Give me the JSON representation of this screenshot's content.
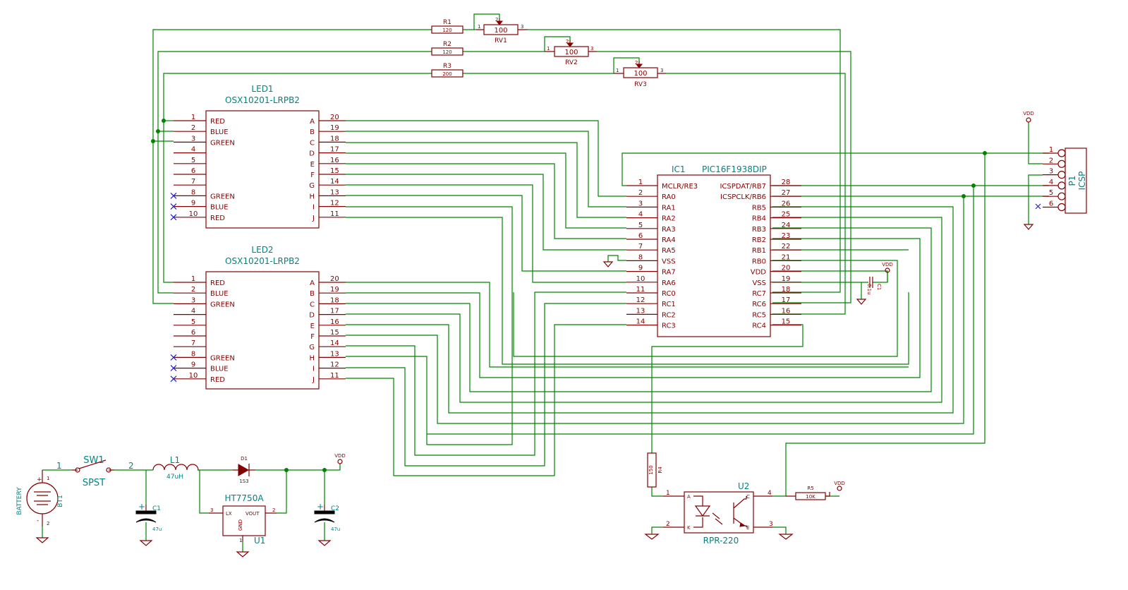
{
  "led1": {
    "ref": "LED1",
    "value": "OSX10201-LRPB2",
    "left_pins": [
      {
        "num": "1",
        "name": "RED"
      },
      {
        "num": "2",
        "name": "BLUE"
      },
      {
        "num": "3",
        "name": "GREEN"
      },
      {
        "num": "4",
        "name": ""
      },
      {
        "num": "5",
        "name": ""
      },
      {
        "num": "6",
        "name": ""
      },
      {
        "num": "7",
        "name": ""
      },
      {
        "num": "8",
        "name": "GREEN"
      },
      {
        "num": "9",
        "name": "BLUE"
      },
      {
        "num": "10",
        "name": "RED"
      }
    ],
    "right_pins": [
      {
        "num": "20",
        "name": "A"
      },
      {
        "num": "19",
        "name": "B"
      },
      {
        "num": "18",
        "name": "C"
      },
      {
        "num": "17",
        "name": "D"
      },
      {
        "num": "16",
        "name": "E"
      },
      {
        "num": "15",
        "name": "F"
      },
      {
        "num": "14",
        "name": "G"
      },
      {
        "num": "13",
        "name": "H"
      },
      {
        "num": "12",
        "name": "I"
      },
      {
        "num": "11",
        "name": "J"
      }
    ]
  },
  "led2": {
    "ref": "LED2",
    "value": "OSX10201-LRPB2",
    "left_pins": [
      {
        "num": "1",
        "name": "RED"
      },
      {
        "num": "2",
        "name": "BLUE"
      },
      {
        "num": "3",
        "name": "GREEN"
      },
      {
        "num": "4",
        "name": ""
      },
      {
        "num": "5",
        "name": ""
      },
      {
        "num": "6",
        "name": ""
      },
      {
        "num": "7",
        "name": ""
      },
      {
        "num": "8",
        "name": "GREEN"
      },
      {
        "num": "9",
        "name": "BLUE"
      },
      {
        "num": "10",
        "name": "RED"
      }
    ],
    "right_pins": [
      {
        "num": "20",
        "name": "A"
      },
      {
        "num": "19",
        "name": "B"
      },
      {
        "num": "18",
        "name": "C"
      },
      {
        "num": "17",
        "name": "D"
      },
      {
        "num": "16",
        "name": "E"
      },
      {
        "num": "15",
        "name": "F"
      },
      {
        "num": "14",
        "name": "G"
      },
      {
        "num": "13",
        "name": "H"
      },
      {
        "num": "12",
        "name": "I"
      },
      {
        "num": "11",
        "name": "J"
      }
    ]
  },
  "ic1": {
    "ref": "IC1",
    "value": "PIC16F1938DIP",
    "left_pins": [
      {
        "num": "1",
        "name": "MCLR/RE3"
      },
      {
        "num": "2",
        "name": "RA0"
      },
      {
        "num": "3",
        "name": "RA1"
      },
      {
        "num": "4",
        "name": "RA2"
      },
      {
        "num": "5",
        "name": "RA3"
      },
      {
        "num": "6",
        "name": "RA4"
      },
      {
        "num": "7",
        "name": "RA5"
      },
      {
        "num": "8",
        "name": "VSS"
      },
      {
        "num": "9",
        "name": "RA7"
      },
      {
        "num": "10",
        "name": "RA6"
      },
      {
        "num": "11",
        "name": "RC0"
      },
      {
        "num": "12",
        "name": "RC1"
      },
      {
        "num": "13",
        "name": "RC2"
      },
      {
        "num": "14",
        "name": "RC3"
      }
    ],
    "right_pins": [
      {
        "num": "28",
        "name": "ICSPDAT/RB7"
      },
      {
        "num": "27",
        "name": "ICSPCLK/RB6"
      },
      {
        "num": "26",
        "name": "RB5"
      },
      {
        "num": "25",
        "name": "RB4"
      },
      {
        "num": "24",
        "name": "RB3"
      },
      {
        "num": "23",
        "name": "RB2"
      },
      {
        "num": "22",
        "name": "RB1"
      },
      {
        "num": "21",
        "name": "RB0"
      },
      {
        "num": "20",
        "name": "VDD"
      },
      {
        "num": "19",
        "name": "VSS"
      },
      {
        "num": "18",
        "name": "RC7"
      },
      {
        "num": "17",
        "name": "RC6"
      },
      {
        "num": "16",
        "name": "RC5"
      },
      {
        "num": "15",
        "name": "RC4"
      }
    ]
  },
  "resistors": {
    "r1": {
      "ref": "R1",
      "value": "120"
    },
    "r2": {
      "ref": "R2",
      "value": "120"
    },
    "r3": {
      "ref": "R3",
      "value": "200"
    },
    "r4": {
      "ref": "R4",
      "value": "150"
    },
    "r5": {
      "ref": "R5",
      "value": "10K"
    }
  },
  "pots": {
    "rv1": {
      "ref": "RV1",
      "value": "100"
    },
    "rv2": {
      "ref": "RV2",
      "value": "100"
    },
    "rv3": {
      "ref": "RV3",
      "value": "100"
    },
    "pin_1": "1",
    "pin_2": "2",
    "pin_3": "3"
  },
  "icsp": {
    "ref": "P1",
    "value": "ICSP",
    "pins": [
      "1",
      "2",
      "3",
      "4",
      "5",
      "6"
    ]
  },
  "c1_top": {
    "ref": "C1",
    "value": "0.1u"
  },
  "u2": {
    "ref": "U2",
    "value": "RPR-220",
    "pin_a": "A",
    "pin_k": "K",
    "pin_c": "C",
    "pin_e": "E",
    "pin_1": "1",
    "pin_2": "2",
    "pin_3": "3",
    "pin_4": "4"
  },
  "power": {
    "battery": {
      "ref": "BT1",
      "value": "BATTERY",
      "plus": "+",
      "minus": "-",
      "pin1": "1",
      "pin2": "2"
    },
    "switch": {
      "ref": "SW1",
      "value": "SPST",
      "pin1": "1",
      "pin2": "2"
    },
    "inductor": {
      "ref": "L1",
      "value": "47uH"
    },
    "diode": {
      "ref": "D1",
      "value": "1S3"
    },
    "cap1": {
      "ref": "C1",
      "value": "47u"
    },
    "cap2": {
      "ref": "C2",
      "value": "47u"
    },
    "cap_plus": "+",
    "regulator": {
      "ref": "U1",
      "value": "HT7750A",
      "pin_lx": "LX",
      "pin_vout": "VOUT",
      "pin_gnd": "GND",
      "num_lx": "3",
      "num_vout": "2",
      "num_gnd": "1"
    }
  },
  "vdd_label": "VDD"
}
